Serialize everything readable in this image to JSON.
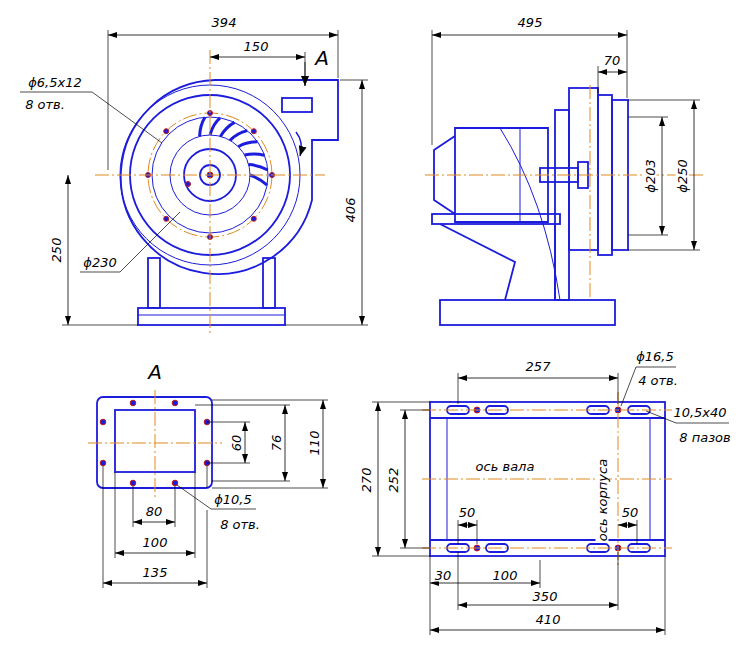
{
  "diagram": {
    "labels": [
      "394",
      "150",
      "A",
      "ϕ6,5x12",
      "8 отв.",
      "250",
      "ϕ230",
      "406",
      "495",
      "70",
      "ϕ203",
      "ϕ250",
      "A",
      "60",
      "76",
      "110",
      "ϕ10,5",
      "8 отв.",
      "80",
      "100",
      "135",
      "257",
      "ϕ16,5",
      "4 отв.",
      "10,5x40",
      "8 пазов",
      "270",
      "252",
      "ось вала",
      "ось корпуса",
      "50",
      "50",
      "30",
      "100",
      "350",
      "410"
    ]
  }
}
